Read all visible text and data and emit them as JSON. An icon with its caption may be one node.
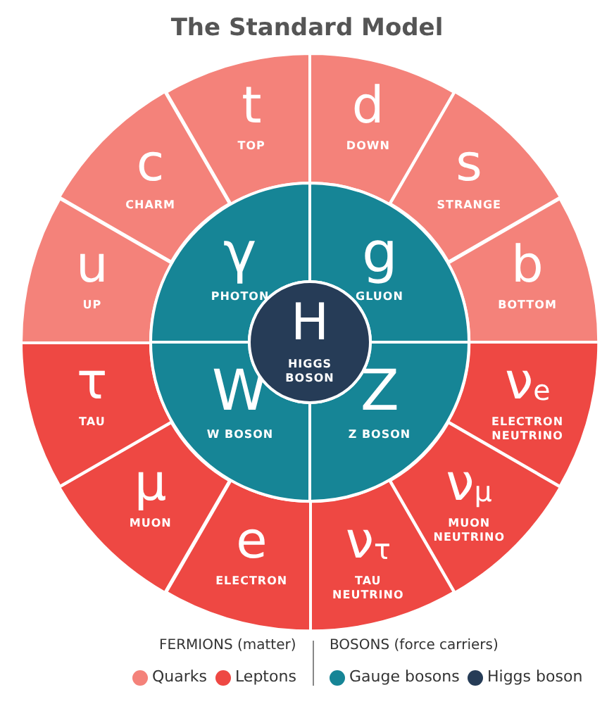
{
  "diagram": {
    "title": "The Standard Model",
    "nodes": [
      {
        "text": [
          "t",
          "TOP"
        ]
      },
      {
        "text": [
          "d",
          "DOWN"
        ]
      },
      {
        "text": [
          "s",
          "STRANGE"
        ]
      },
      {
        "text": [
          "b",
          "BOTTOM"
        ]
      },
      {
        "text": [
          "ν$_{e}$",
          "ELECTRON NEUTRINO"
        ]
      },
      {
        "text": [
          "ν$_{μ}$",
          "MUON NEUTRINO"
        ]
      },
      {
        "text": [
          "ν$_{τ}$",
          "TAU NEUTRINO"
        ]
      },
      {
        "text": [
          "e",
          "ELECTRON"
        ]
      },
      {
        "text": [
          "μ",
          "MUON"
        ]
      },
      {
        "text": [
          "τ",
          "TAU"
        ]
      },
      {
        "text": [
          "u",
          "UP"
        ]
      },
      {
        "text": [
          "c",
          "CHARM"
        ]
      },
      {
        "text": [
          "γ",
          "PHOTON"
        ]
      },
      {
        "text": [
          "g",
          "GLUON"
        ]
      },
      {
        "text": [
          "Z",
          "Z BOSON"
        ]
      },
      {
        "text": [
          "W",
          "W BOSON"
        ]
      },
      {
        "text": [
          "H",
          "HIGGS BOSON"
        ]
      }
    ],
    "labels": [
      "FERMIONS (matter)",
      "BOSONS (force carriers)"
    ],
    "legend": [
      {
        "text": "Quarks",
        "color": "#f4827a"
      },
      {
        "text": "Leptons",
        "color": "#ee4843"
      },
      {
        "text": "Gauge bosons",
        "color": "#168596"
      },
      {
        "text": "Higgs boson",
        "color": "#263c57"
      }
    ]
  }
}
